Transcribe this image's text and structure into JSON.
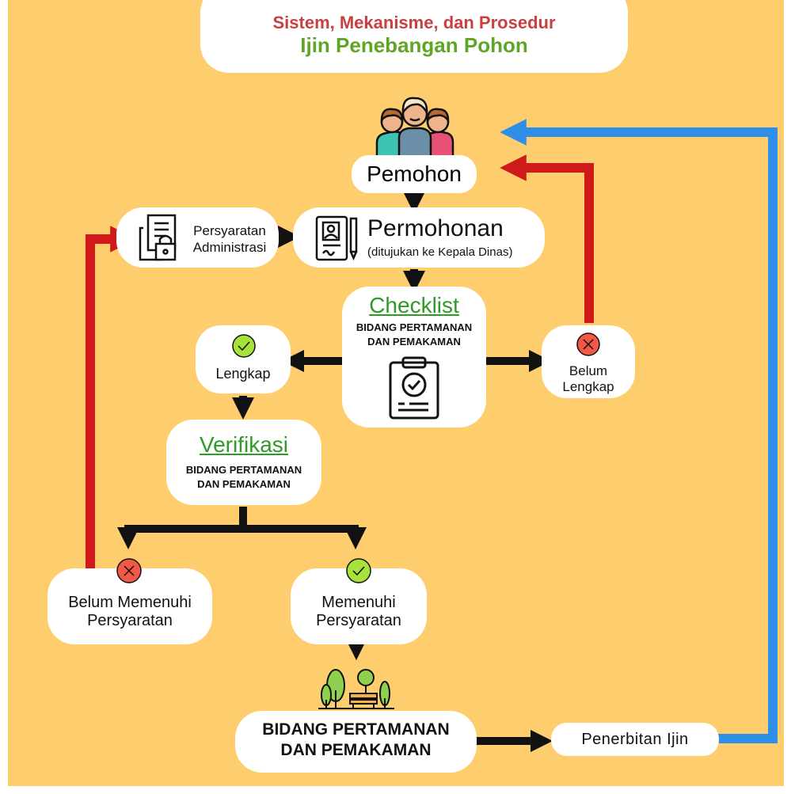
{
  "header": {
    "line1": "Sistem, Mekanisme, dan Prosedur",
    "line2": "Ijin Penebangan Pohon",
    "line1_color": "#c8403f",
    "line2_color": "#5fa526"
  },
  "nodes": {
    "pemohon": "Pemohon",
    "persyaratan_l1": "Persyaratan",
    "persyaratan_l2": "Administrasi",
    "permohonan": "Permohonan",
    "permohonan_sub": "(ditujukan ke Kepala Dinas)",
    "checklist": "Checklist",
    "checklist_dept_l1": "BIDANG PERTAMANAN",
    "checklist_dept_l2": "DAN PEMAKAMAN",
    "lengkap": "Lengkap",
    "belum_l1": "Belum",
    "belum_l2": "Lengkap",
    "verifikasi": "Verifikasi",
    "verifikasi_dept_l1": "BIDANG PERTAMANAN",
    "verifikasi_dept_l2": "DAN PEMAKAMAN",
    "belum_memenuhi_l1": "Belum Memenuhi",
    "belum_memenuhi_l2": "Persyaratan",
    "memenuhi_l1": "Memenuhi",
    "memenuhi_l2": "Persyaratan",
    "bidang_l1": "BIDANG PERTAMANAN",
    "bidang_l2": "DAN PEMAKAMAN",
    "penerbitan": "Penerbitan Ijin"
  },
  "icons": {
    "people": "people-group-icon",
    "document": "document-lock-icon",
    "form": "form-pencil-icon",
    "clipboard": "clipboard-check-icon",
    "check": "check-circle-icon",
    "cross": "cross-circle-icon",
    "park": "park-trees-bench-icon"
  },
  "colors": {
    "background": "#fecd6e",
    "green_accent": "#2e9a27",
    "red_arrow": "#d01919",
    "blue_arrow": "#2e8ee8",
    "black_arrow": "#111111",
    "check_fill": "#a6e23a",
    "cross_fill": "#f25846"
  }
}
